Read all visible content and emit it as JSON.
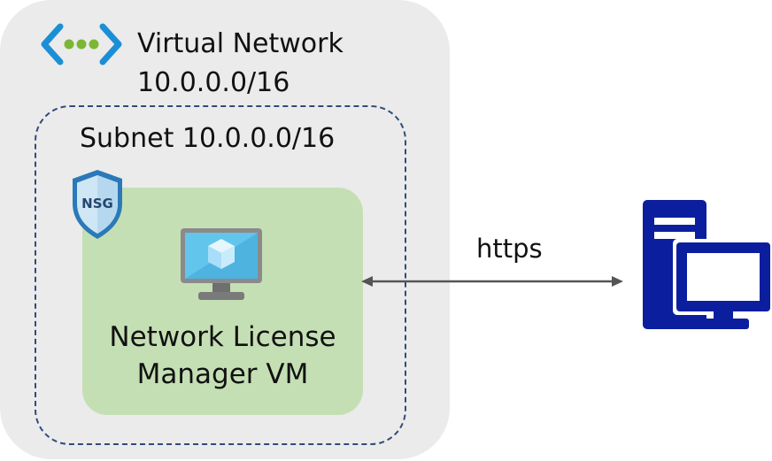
{
  "virtual_network": {
    "title": "Virtual Network",
    "address": "10.0.0.0/16",
    "icon": "virtual-network-icon"
  },
  "subnet": {
    "title": "Subnet 10.0.0.0/16"
  },
  "nsg": {
    "label": "NSG",
    "icon": "nsg-shield-icon"
  },
  "vm": {
    "label_line1": "Network License",
    "label_line2": "Manager VM",
    "icon": "virtual-machine-icon"
  },
  "connection": {
    "label": "https"
  },
  "client": {
    "icon": "desktop-computer-icon"
  },
  "colors": {
    "vnet_background": "#ebebeb",
    "subnet_border": "#2f4b7c",
    "vm_box": "#c5dfb4",
    "client_icon": "#0b1f9e",
    "vnet_icon_chevrons": "#1b8fd6",
    "vnet_icon_dots": "#7ab833"
  }
}
